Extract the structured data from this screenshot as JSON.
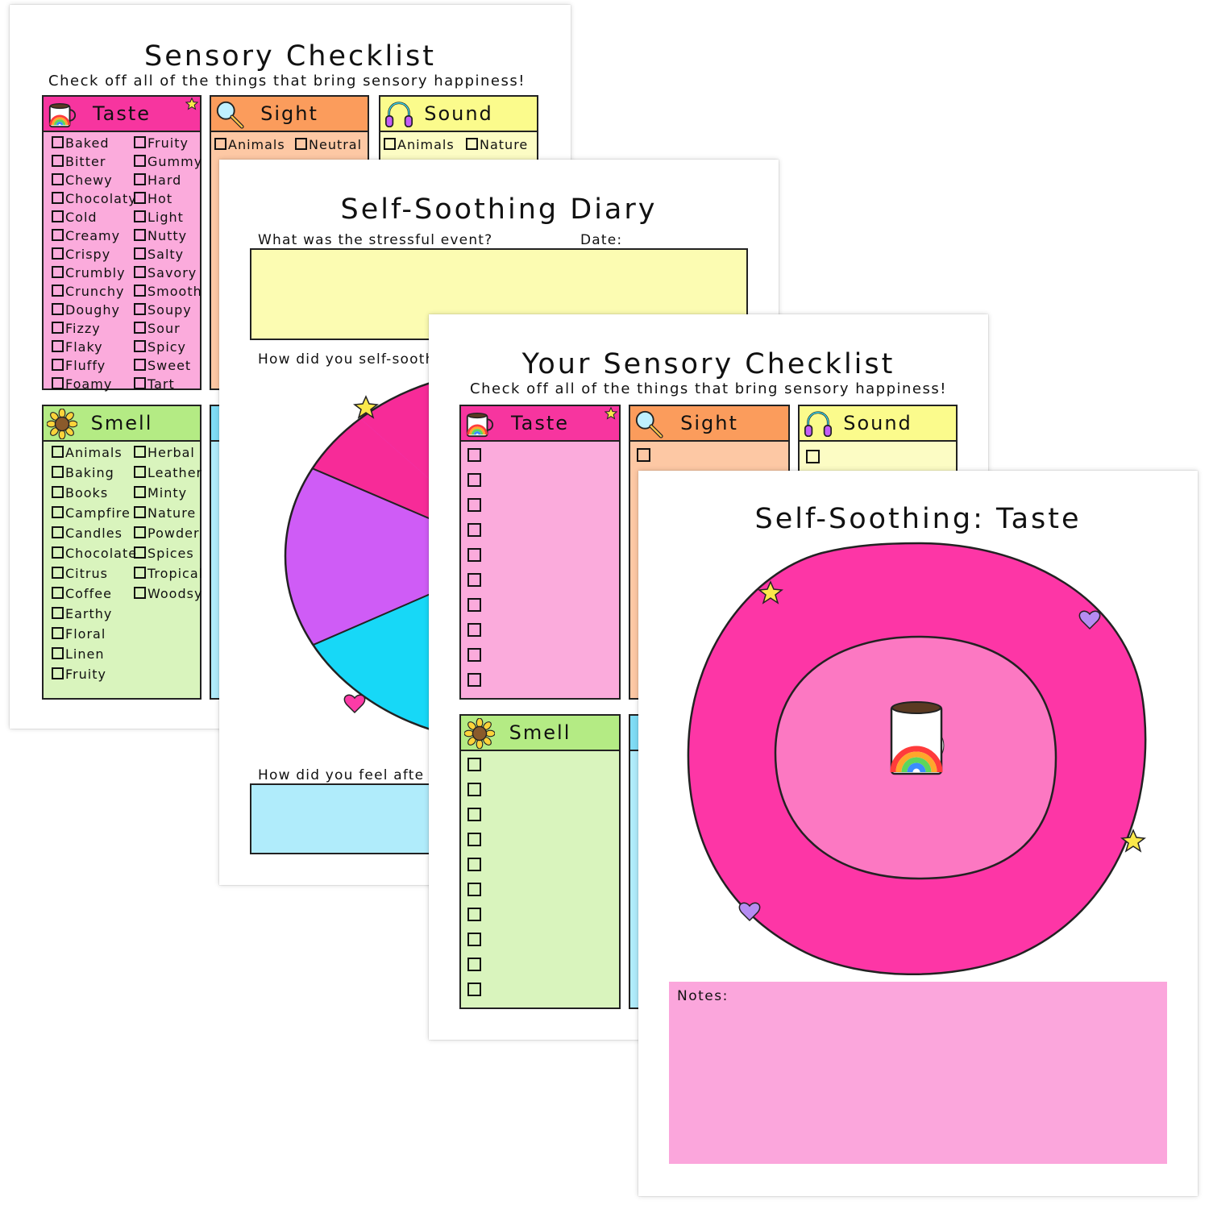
{
  "sensory_checklist": {
    "title": "Sensory Checklist",
    "subtitle": "Check off all of the things that bring sensory happiness!",
    "taste": {
      "label": "Taste",
      "col1": [
        "Baked",
        "Bitter",
        "Chewy",
        "Chocolaty",
        "Cold",
        "Creamy",
        "Crispy",
        "Crumbly",
        "Crunchy",
        "Doughy",
        "Fizzy",
        "Flaky",
        "Fluffy",
        "Foamy"
      ],
      "col2": [
        "Fruity",
        "Gummy",
        "Hard",
        "Hot",
        "Light",
        "Nutty",
        "Salty",
        "Savory",
        "Smooth",
        "Soupy",
        "Sour",
        "Spicy",
        "Sweet",
        "Tart"
      ]
    },
    "sight": {
      "label": "Sight",
      "col1": [
        "Animals"
      ],
      "col2": [
        "Neutral"
      ]
    },
    "sound": {
      "label": "Sound",
      "col1": [
        "Animals"
      ],
      "col2": [
        "Nature"
      ]
    },
    "smell": {
      "label": "Smell",
      "col1": [
        "Animals",
        "Baking",
        "Books",
        "Campfire",
        "Candles",
        "Chocolate",
        "Citrus",
        "Coffee",
        "Earthy",
        "Floral",
        "Linen",
        "Fruity"
      ],
      "col2": [
        "Herbal",
        "Leather",
        "Minty",
        "Nature",
        "Powder",
        "Spices",
        "Tropical",
        "Woodsy"
      ]
    }
  },
  "diary": {
    "title": "Self-Soothing Diary",
    "q1": "What was the stressful event?",
    "date_label": "Date:",
    "q2": "How did you self-sooth",
    "q3": "How did you feel afte"
  },
  "your_checklist": {
    "title": "Your Sensory Checklist",
    "subtitle": "Check off all of the things that bring sensory happiness!",
    "taste_label": "Taste",
    "sight_label": "Sight",
    "sound_label": "Sound",
    "smell_label": "Smell"
  },
  "taste_page": {
    "title": "Self-Soothing: Taste",
    "notes_label": "Notes:"
  },
  "colors": {
    "taste_header": "#f7359f",
    "taste_body": "#fbabdc",
    "sight_header": "#fb9c5c",
    "sight_body": "#fdc8a4",
    "sound_header": "#fbfb8c",
    "sound_body": "#fcfcc4",
    "smell_header": "#b4eb84",
    "smell_body": "#d9f4bd",
    "touch_body": "#b0ecfb",
    "wheel_pink": "#f72b98",
    "wheel_purple": "#cf5cf6",
    "wheel_cyan": "#17d8f7",
    "ring_outer": "#fd36a6",
    "ring_inner": "#fc78c2"
  },
  "icons": {
    "taste": "rainbow-mug-icon",
    "sight": "magnifying-glass-icon",
    "sound": "headphones-icon",
    "smell": "sunflower-icon",
    "decor": [
      "star-icon",
      "heart-icon"
    ]
  }
}
